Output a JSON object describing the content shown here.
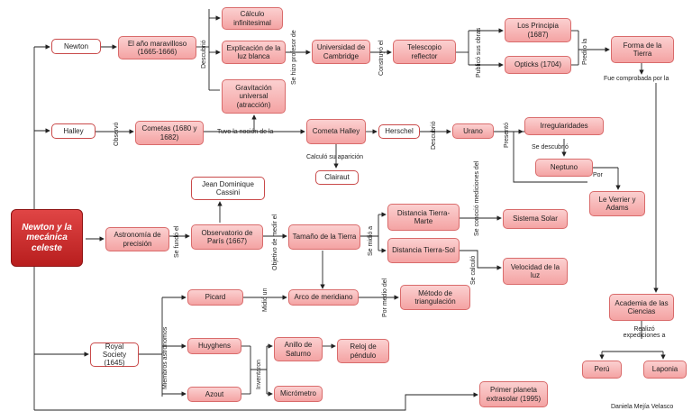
{
  "nodes": {
    "main": "Newton y la mecánica celeste",
    "newton": "Newton",
    "annus": "El año maravilloso (1665-1666)",
    "calculo": "Cálculo infinitesimal",
    "luz": "Explicación de la luz blanca",
    "gravitacion": "Gravitación universal (atracción)",
    "cambridge": "Universidad de Cambridge",
    "telescopio": "Telescopio reflector",
    "principia": "Los Principia (1687)",
    "opticks": "Opticks (1704)",
    "forma": "Forma de la Tierra",
    "halley": "Halley",
    "cometas": "Cometas (1680 y 1682)",
    "cometa_halley": "Cometa Halley",
    "herschel": "Herschel",
    "urano": "Urano",
    "irregularidades": "Irregularidades",
    "neptuno": "Neptuno",
    "leverrier": "Le Verrier y Adams",
    "clairaut": "Clairaut",
    "cassini": "Jean Dominique Cassini",
    "astronomia": "Astronomía de precisión",
    "observatorio": "Observatorio de París (1667)",
    "tamano": "Tamaño de la Tierra",
    "dist_marte": "Distancia Tierra-Marte",
    "dist_sol": "Distancia Tierra-Sol",
    "sistema_solar": "Sistema Solar",
    "velocidad_luz": "Velocidad de la luz",
    "picard": "Picard",
    "arco": "Arco de meridiano",
    "triangulacion": "Método de triangulación",
    "royal": "Royal Society (1645)",
    "huyghens": "Huyghens",
    "azout": "Azout",
    "anillo": "Anillo de Saturno",
    "reloj": "Reloj de péndulo",
    "micrometro": "Micrómetro",
    "primer_planeta": "Primer planeta extrasolar (1995)",
    "academia": "Academia de las Ciencias",
    "peru": "Perú",
    "laponia": "Laponia"
  },
  "labels": {
    "descubrio_1": "Descubrió",
    "se_hizo_profesor": "Se hizo profesor de",
    "construyo": "Construyó el",
    "publico_obras": "Publicó sus obras",
    "predijo": "Predijo la",
    "fue_comprobada": "Fue comprobada por la",
    "observo": "Observó",
    "tuvo_nocion": "Tuvo la noción de la",
    "calculo_reaparicion": "Calculó su aparición",
    "descubrio_2": "Descubrió",
    "presento": "Presentó",
    "se_descubrio": "Se descubrió",
    "por": "Por",
    "se_fundo": "Se fundó el",
    "objetivo": "Objetivo de medir el",
    "se_midio_a": "Se midió a",
    "se_conocio": "Se conoció mediciones del",
    "se_calculo": "Se calculó",
    "midio_un": "Midió un",
    "por_medio": "Por medio del",
    "miembros": "Miembros astrónomos",
    "invento": "Inventaron",
    "realizo": "Realizó expediciones a",
    "credit": "Daniela Mejía Velasco"
  },
  "colors": {
    "node_fill_top": "#fbd0d0",
    "node_fill_bottom": "#f4a3a3",
    "node_border": "#d96b6b",
    "main_fill": "#c62828",
    "connector": "#222222"
  }
}
